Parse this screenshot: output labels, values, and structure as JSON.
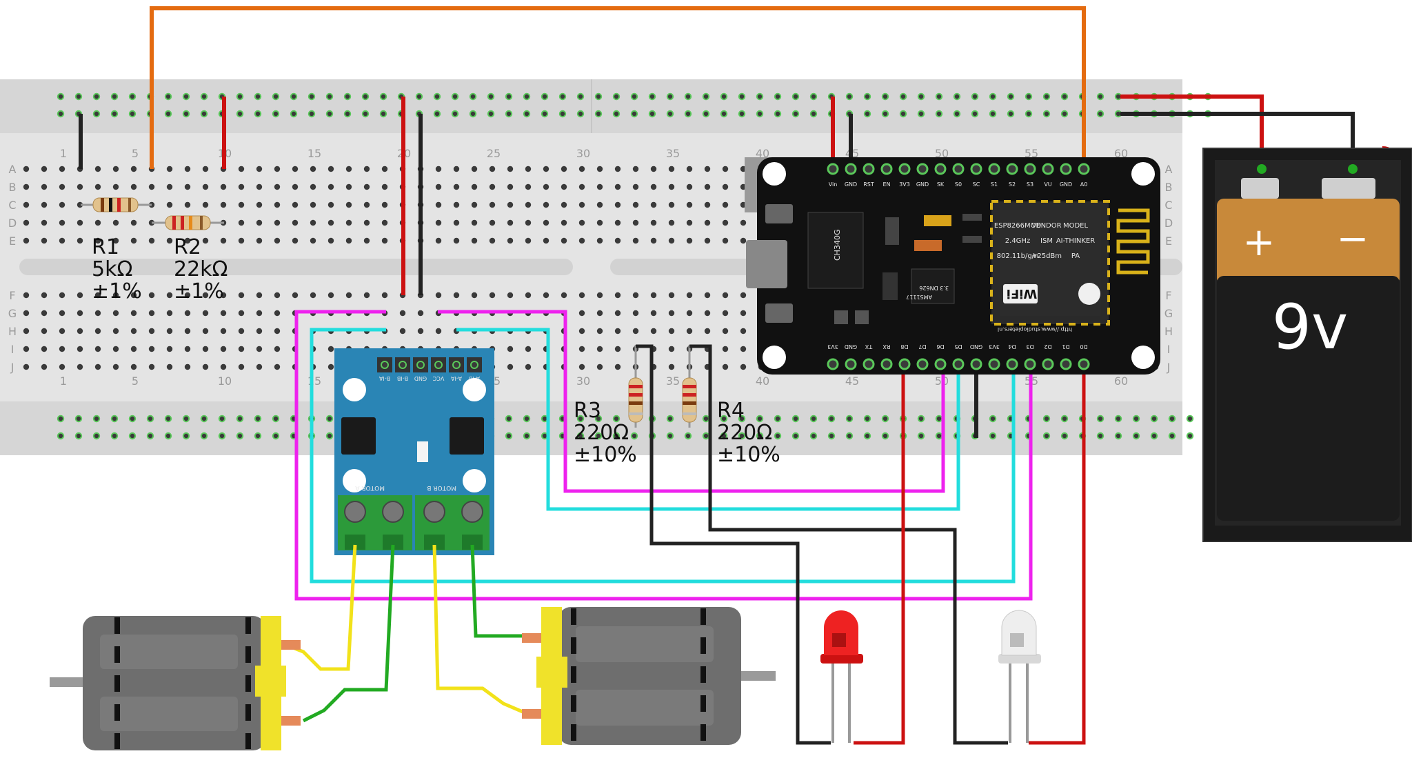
{
  "breadboard": {
    "column_numbers_top": [
      "1",
      "5",
      "10",
      "15",
      "20",
      "25",
      "30",
      "35",
      "40",
      "45",
      "50",
      "55",
      "60"
    ],
    "column_numbers_bottom": [
      "1",
      "5",
      "10",
      "15",
      "20",
      "25",
      "30",
      "35",
      "40",
      "45",
      "50",
      "55",
      "60"
    ],
    "row_letters_top": [
      "A",
      "B",
      "C",
      "D",
      "E"
    ],
    "row_letters_bottom": [
      "F",
      "G",
      "H",
      "I",
      "J"
    ]
  },
  "components": {
    "r1": {
      "name": "R1",
      "value": "5kΩ",
      "tolerance": "±1%"
    },
    "r2": {
      "name": "R2",
      "value": "22kΩ",
      "tolerance": "±1%"
    },
    "r3": {
      "name": "R3",
      "value": "220Ω",
      "tolerance": "±10%"
    },
    "r4": {
      "name": "R4",
      "value": "220Ω",
      "tolerance": "±10%"
    },
    "battery": {
      "label": "9v",
      "plus": "+",
      "minus": "−"
    },
    "nodemcu": {
      "top_pins": [
        "Vin",
        "GND",
        "RST",
        "EN",
        "3V3",
        "GND",
        "SK",
        "S0",
        "SC",
        "S1",
        "S2",
        "S3",
        "VU",
        "GND",
        "A0"
      ],
      "bottom_pins": [
        "3V3",
        "GND",
        "TX",
        "RX",
        "D8",
        "D7",
        "D6",
        "D5",
        "GND",
        "3V3",
        "D4",
        "D3",
        "D2",
        "D1",
        "D0"
      ],
      "usb_chip": "CH340G",
      "regulator_line1": "AMS1117",
      "regulator_line2": "3.3 DN626",
      "url": "http://www.studiopieters.nl",
      "module_text": [
        "MODEL",
        "VENDOR",
        "ESP8266MOD",
        "AI-THINKER",
        "ISM",
        "2.4GHz",
        "PA",
        "+25dBm",
        "802.11b/g/n"
      ],
      "wifi": "WiFi"
    },
    "motor_driver": {
      "header_pins": [
        "B-IA",
        "B-IB",
        "GND",
        "VCC",
        "A-IA",
        "A-IB"
      ],
      "motor_a": "MOTOR A",
      "motor_b": "MOTOR B"
    }
  },
  "colors": {
    "red_wire": "#cc1111",
    "black_wire": "#222222",
    "orange_wire": "#e46b10",
    "magenta_wire": "#ee22ee",
    "cyan_wire": "#22dddd",
    "yellow_wire": "#f2e21a",
    "green_wire": "#22aa22",
    "breadboard": "#e4e4e4",
    "board_black": "#111111",
    "driver_blue": "#2a85b5"
  }
}
